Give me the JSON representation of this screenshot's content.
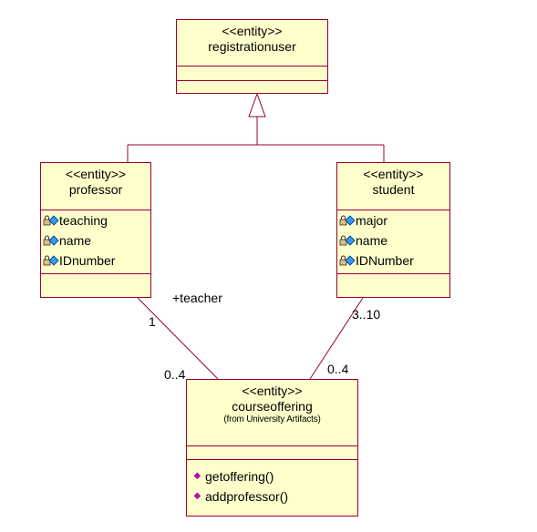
{
  "classes": {
    "registrationuser": {
      "stereotype": "<<entity>>",
      "name": "registrationuser"
    },
    "professor": {
      "stereotype": "<<entity>>",
      "name": "professor",
      "attributes": [
        "teaching",
        "name",
        "IDnumber"
      ]
    },
    "student": {
      "stereotype": "<<entity>>",
      "name": "student",
      "attributes": [
        "major",
        "name",
        "IDNumber"
      ]
    },
    "courseoffering": {
      "stereotype": "<<entity>>",
      "name": "courseoffering",
      "from": "(from University Artifacts)",
      "operations": [
        "getoffering()",
        "addprofessor()"
      ]
    }
  },
  "associations": {
    "professor_course": {
      "role": "+teacher",
      "mult_professor": "1",
      "mult_course": "0..4"
    },
    "student_course": {
      "mult_student": "3..10",
      "mult_course": "0..4"
    }
  },
  "icons": {
    "attribute": "private-attribute-icon",
    "operation": "public-operation-icon"
  },
  "colors": {
    "class_fill": "#ffffcc",
    "class_border": "#990033",
    "line": "#990033",
    "operation_icon": "#cc00cc",
    "attribute_icon": "#3399ff"
  }
}
